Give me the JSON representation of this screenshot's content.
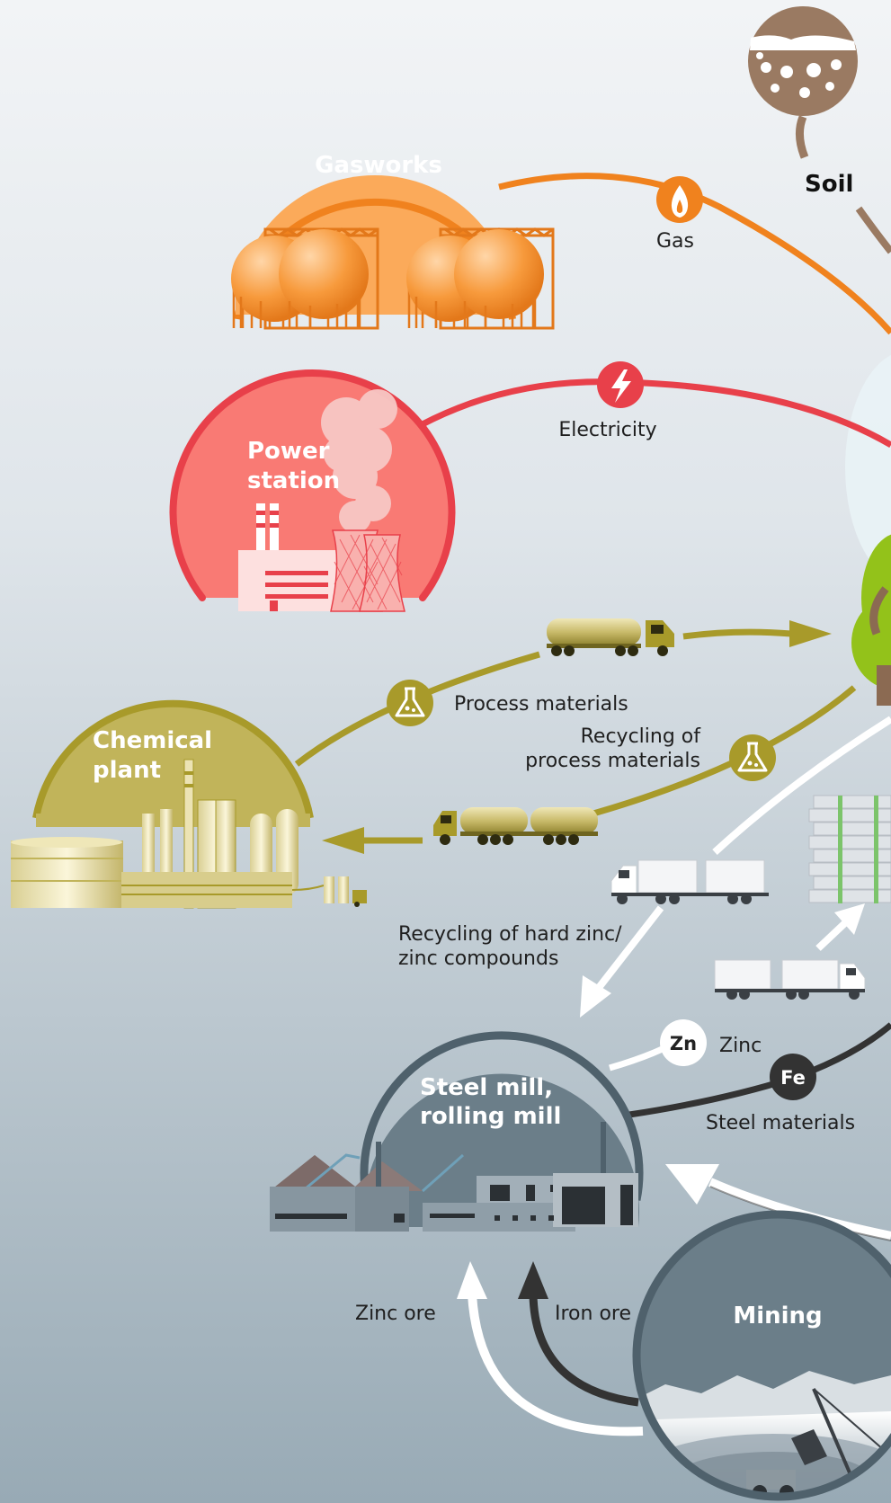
{
  "facilities": {
    "gasworks": "Gasworks",
    "power_station_line1": "Power",
    "power_station_line2": "station",
    "chemical_plant_line1": "Chemical",
    "chemical_plant_line2": "plant",
    "steel_mill_line1": "Steel mill,",
    "steel_mill_line2": "rolling mill",
    "mining": "Mining",
    "soil": "Soil"
  },
  "flows": {
    "gas": "Gas",
    "electricity": "Electricity",
    "process_materials": "Process materials",
    "recycling_process_line1": "Recycling of",
    "recycling_process_line2": "process materials",
    "recycling_zinc_line1": "Recycling of hard zinc/",
    "recycling_zinc_line2": "zinc compounds",
    "zinc": "Zinc",
    "steel_materials": "Steel materials",
    "zinc_ore": "Zinc ore",
    "iron_ore": "Iron ore"
  },
  "badges": {
    "zn": "Zn",
    "fe": "Fe"
  },
  "colors": {
    "gasworks": "#f0821e",
    "power_station": "#e8404a",
    "chemical_plant": "#a89a2a",
    "steel_mill": "#5f7380",
    "mining": "#5f7380",
    "soil": "#9a7a62",
    "tree": "#93c21a",
    "arrow_dark": "#333333",
    "arrow_white": "#ffffff"
  },
  "icons": [
    "flame-icon",
    "lightning-icon",
    "flask-icon",
    "tanker-truck-icon",
    "lorry-icon",
    "steel-stack-icon",
    "soil-section-icon"
  ]
}
